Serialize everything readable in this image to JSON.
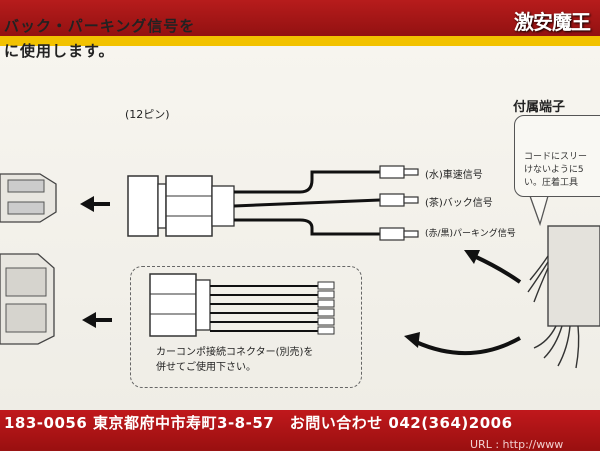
{
  "watermark": "激安魔王",
  "heading": {
    "line1": "バック・パーキング信号を",
    "line2": "に使用します。"
  },
  "pin_label": "(12ピン)",
  "wires": [
    {
      "label": "(水)車速信号"
    },
    {
      "label": "(茶)バック信号"
    },
    {
      "label": "(赤/黒)パーキング信号"
    }
  ],
  "accessory": {
    "title": "付属端子",
    "note_line1": "コードにスリー",
    "note_line2": "けないように5",
    "note_line3": "い。圧着工具"
  },
  "dashed_box": {
    "note_line1": "カーコンポ接続コネクター(別売)を",
    "note_line2": "併せてご使用下さい。"
  },
  "footer": {
    "address": "183-0056 東京都府中市寿町3-8-57　お問い合わせ 042(364)2006",
    "url_partial": "URL : http://www"
  },
  "colors": {
    "brand_red": "#b71c1c",
    "accent_yellow": "#f2c200"
  }
}
